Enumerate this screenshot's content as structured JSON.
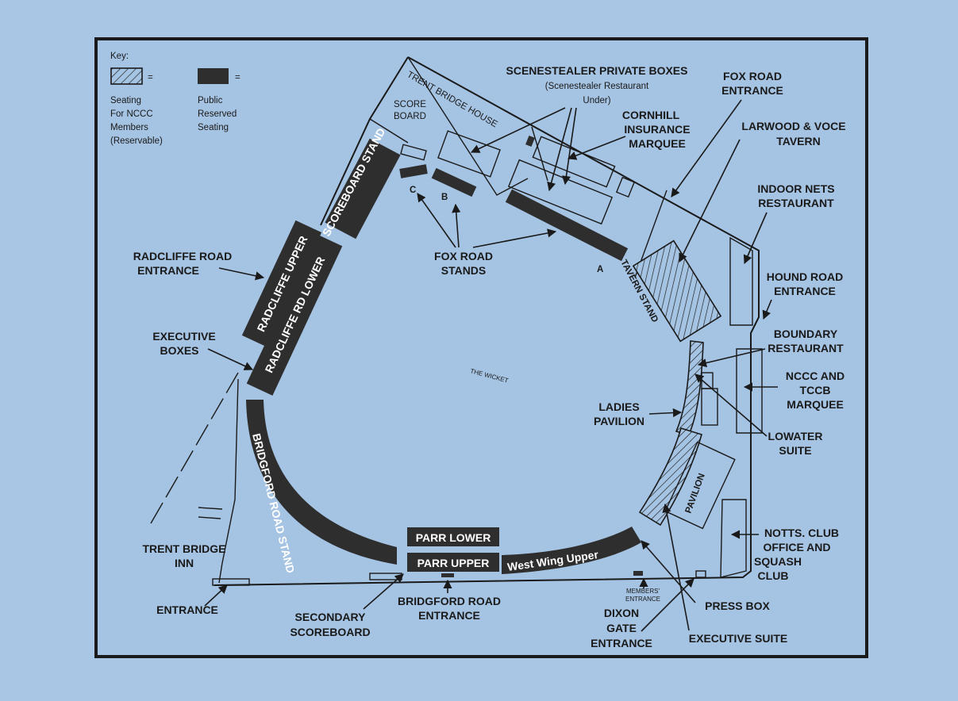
{
  "key": {
    "title": "Key:",
    "members_symbol": "=",
    "members_lines": [
      "Seating",
      "For NCCC",
      "Members",
      "(Reservable)"
    ],
    "public_symbol": "=",
    "public_lines": [
      "Public",
      "Reserved",
      "Seating"
    ]
  },
  "stands": {
    "scoreboard_stand": "SCOREBOARD STAND",
    "radcliffe_upper": "RADCLIFFE UPPER",
    "radcliffe_lower": "RADCLIFFE RD LOWER",
    "bridgford_road_stand": "BRIDGFORD ROAD STAND",
    "parr_lower": "PARR LOWER",
    "parr_upper": "PARR UPPER",
    "west_wing_upper": "West Wing Upper",
    "tavern_stand": "TAVERN STAND",
    "pavilion": "PAVILION",
    "trent_bridge_house": "TRENT BRIDGE HOUSE",
    "score_board": [
      "SCORE",
      "BOARD"
    ],
    "stand_a": "A",
    "stand_b": "B",
    "stand_c": "C",
    "wicket": "THE WICKET"
  },
  "labels": {
    "scenestealer": [
      "SCENESTEALER PRIVATE BOXES",
      "(Scenestealer Restaurant",
      "Under)"
    ],
    "fox_road_entrance": [
      "FOX ROAD",
      "ENTRANCE"
    ],
    "cornhill": [
      "CORNHILL",
      "INSURANCE",
      "MARQUEE"
    ],
    "larwood": [
      "LARWOOD & VOCE",
      "TAVERN"
    ],
    "indoor_nets": [
      "INDOOR NETS",
      "RESTAURANT"
    ],
    "hound_road": [
      "HOUND ROAD",
      "ENTRANCE"
    ],
    "boundary_restaurant": [
      "BOUNDARY",
      "RESTAURANT"
    ],
    "nccc_marquee": [
      "NCCC AND",
      "TCCB",
      "MARQUEE"
    ],
    "lowater": [
      "LOWATER",
      "SUITE"
    ],
    "ladies_pavilion": [
      "LADIES",
      "PAVILION"
    ],
    "notts_club": [
      "NOTTS. CLUB",
      "OFFICE AND",
      "SQUASH",
      "CLUB"
    ],
    "press_box": "PRESS BOX",
    "executive_suite": "EXECUTIVE SUITE",
    "dixon_gate": [
      "DIXON",
      "GATE",
      "ENTRANCE"
    ],
    "members_entrance": [
      "MEMBERS'",
      "ENTRANCE"
    ],
    "bridgford_entrance": [
      "BRIDGFORD ROAD",
      "ENTRANCE"
    ],
    "secondary_scoreboard": [
      "SECONDARY",
      "SCOREBOARD"
    ],
    "entrance": "ENTRANCE",
    "trent_bridge_inn": [
      "TRENT BRIDGE",
      "INN"
    ],
    "executive_boxes": [
      "EXECUTIVE",
      "BOXES"
    ],
    "radcliffe_entrance": [
      "RADCLIFFE ROAD",
      "ENTRANCE"
    ],
    "fox_road_stands": [
      "FOX ROAD",
      "STANDS"
    ]
  },
  "colors": {
    "background": "#a9c6e4",
    "dark_fill": "#2e2e2e",
    "ink": "#1a1a1a"
  }
}
